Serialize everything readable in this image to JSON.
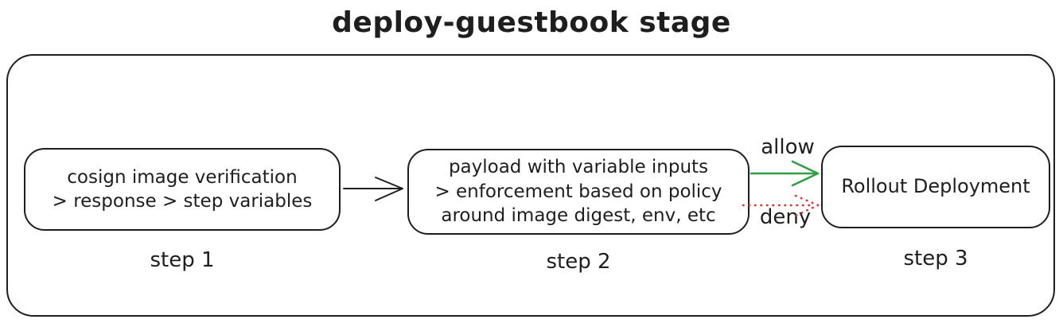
{
  "title": "deploy-guestbook stage",
  "colors": {
    "ink": "#1e1e1e",
    "allow_green": "#2f9e44",
    "deny_red": "#e03131"
  },
  "boxes": {
    "step1": {
      "lines": [
        "cosign image verification",
        "> response > step variables"
      ],
      "caption": "step 1"
    },
    "step2": {
      "lines": [
        "payload with variable inputs",
        "> enforcement based on policy",
        "around image digest, env, etc"
      ],
      "caption": "step 2"
    },
    "step3": {
      "lines": [
        "Rollout Deployment"
      ],
      "caption": "step 3"
    }
  },
  "edges": {
    "step1_to_step2": {
      "label": ""
    },
    "allow": {
      "label": "allow",
      "style": "solid"
    },
    "deny": {
      "label": "deny",
      "style": "dotted"
    }
  }
}
